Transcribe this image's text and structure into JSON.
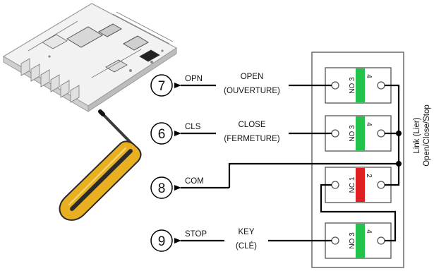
{
  "terminals": [
    {
      "number": "7",
      "code": "OPN",
      "label_en": "OPEN",
      "label_fr": "(OUVERTURE)"
    },
    {
      "number": "6",
      "code": "CLS",
      "label_en": "CLOSE",
      "label_fr": "(FERMETURE)"
    },
    {
      "number": "8",
      "code": "COM"
    },
    {
      "number": "9",
      "code": "STOP",
      "label_en": "KEY",
      "label_fr": "(CLÉ)"
    }
  ],
  "switches": [
    {
      "contact": "NO 3",
      "pin": "4",
      "color": "#22c34a"
    },
    {
      "contact": "NO 3",
      "pin": "4",
      "color": "#22c34a"
    },
    {
      "contact": "NC 1",
      "pin": "2",
      "color": "#e02020"
    },
    {
      "contact": "NO 3",
      "pin": "4",
      "color": "#22c34a"
    }
  ],
  "side_label": {
    "line1": "Link (Lier)",
    "line2": "Open/Close/Stop"
  },
  "colors": {
    "no_contact": "#22c34a",
    "nc_contact": "#e02020",
    "screwdriver_handle": "#e8b020",
    "wire": "#000000"
  },
  "icons": [
    "circuit-board-icon",
    "screwdriver-icon"
  ]
}
